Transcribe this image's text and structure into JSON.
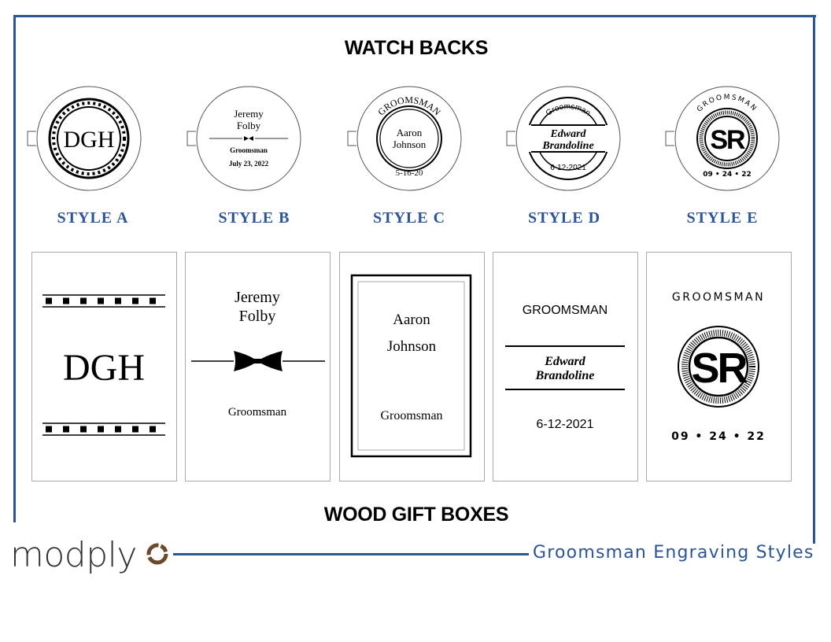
{
  "header": {
    "title": "WATCH BACKS"
  },
  "footer_section": {
    "title": "WOOD GIFT BOXES"
  },
  "brand": {
    "logo_text": "modply",
    "tagline": "Groomsman Engraving Styles",
    "accent": "#2b5597",
    "logo_ring_color": "#6b4a2b"
  },
  "styles": [
    {
      "label": "STYLE A",
      "watch": {
        "monogram": "DGH"
      },
      "box": {
        "monogram": "DGH"
      }
    },
    {
      "label": "STYLE B",
      "watch": {
        "first": "Jeremy",
        "last": "Folby",
        "role": "Groomsman",
        "date": "July 23, 2022"
      },
      "box": {
        "first": "Jeremy",
        "last": "Folby",
        "role": "Groomsman"
      }
    },
    {
      "label": "STYLE C",
      "watch": {
        "role": "GROOMSMAN",
        "first": "Aaron",
        "last": "Johnson",
        "date": "5-16-20"
      },
      "box": {
        "first": "Aaron",
        "last": "Johnson",
        "role": "Groomsman"
      }
    },
    {
      "label": "STYLE D",
      "watch": {
        "role": "Groomsman",
        "first": "Edward",
        "last": "Brandoline",
        "date": "6-12-2021"
      },
      "box": {
        "role": "GROOMSMAN",
        "first": "Edward",
        "last": "Brandoline",
        "date": "6-12-2021"
      }
    },
    {
      "label": "STYLE E",
      "watch": {
        "role": "GROOMSMAN",
        "monogram": "SR",
        "date": "09 • 24 • 22"
      },
      "box": {
        "role": "GROOMSMAN",
        "monogram": "SR",
        "date": "09 • 24 • 22"
      }
    }
  ]
}
